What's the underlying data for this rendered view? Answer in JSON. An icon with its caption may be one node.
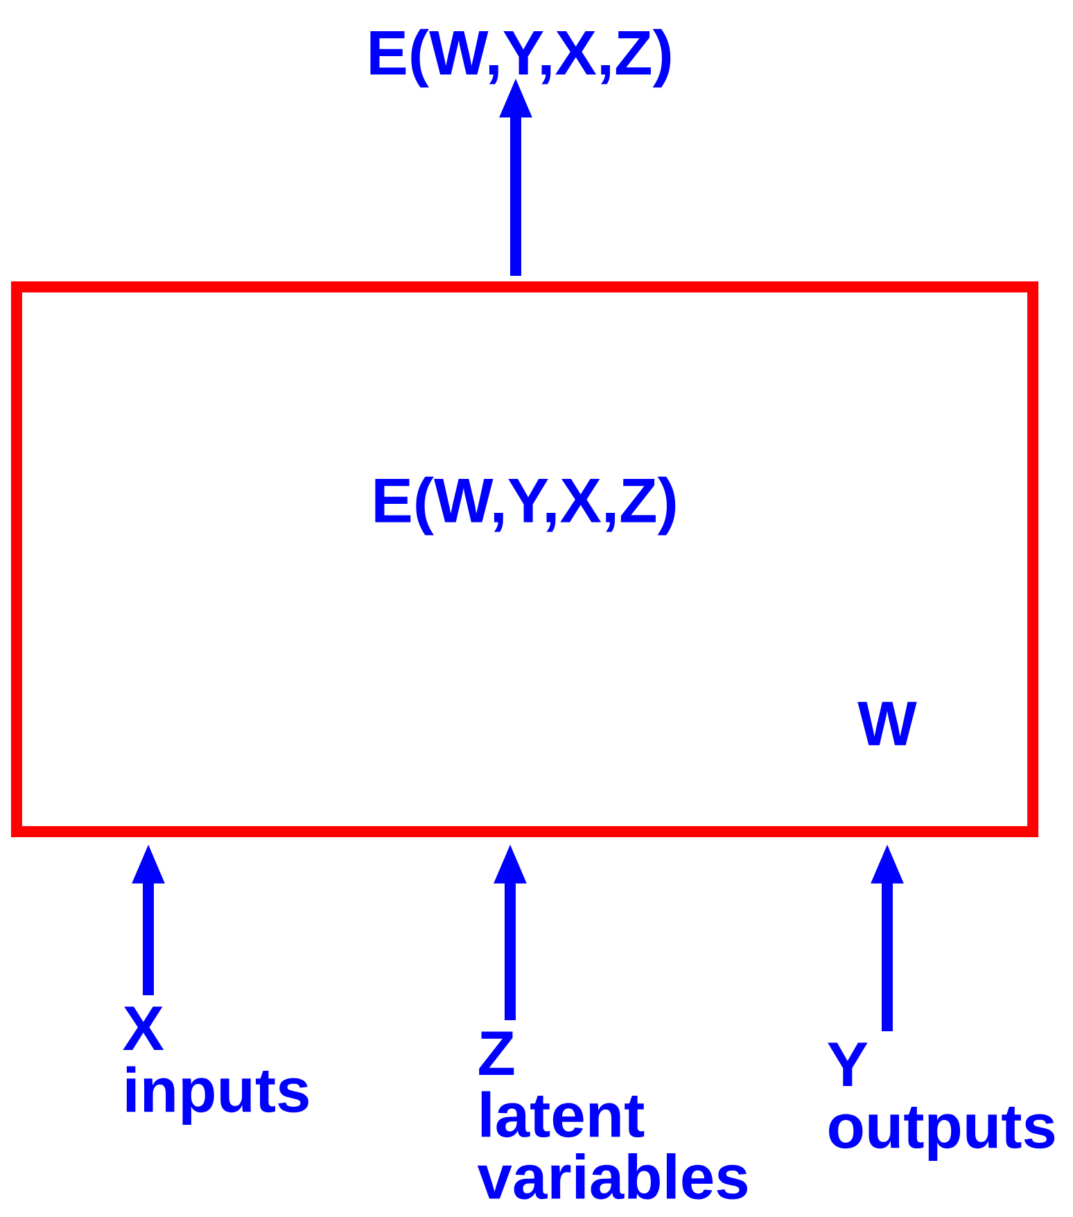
{
  "diagram": {
    "nodes": [
      {
        "text": [
          "E(W,Y,X,Z)",
          "W"
        ]
      },
      {
        "text": [
          "E(W,Y,X,Z)"
        ]
      },
      {
        "text": [
          "X",
          "inputs"
        ]
      },
      {
        "text": [
          "Z",
          "latent variables"
        ]
      },
      {
        "text": [
          "Y",
          "outputs"
        ]
      }
    ],
    "edges": [
      {
        "from": 0,
        "to": 1,
        "arrow": "to"
      },
      {
        "from": 2,
        "to": 0,
        "arrow": "to"
      },
      {
        "from": 3,
        "to": 0,
        "arrow": "to"
      },
      {
        "from": 4,
        "to": 0,
        "arrow": "to"
      }
    ]
  }
}
